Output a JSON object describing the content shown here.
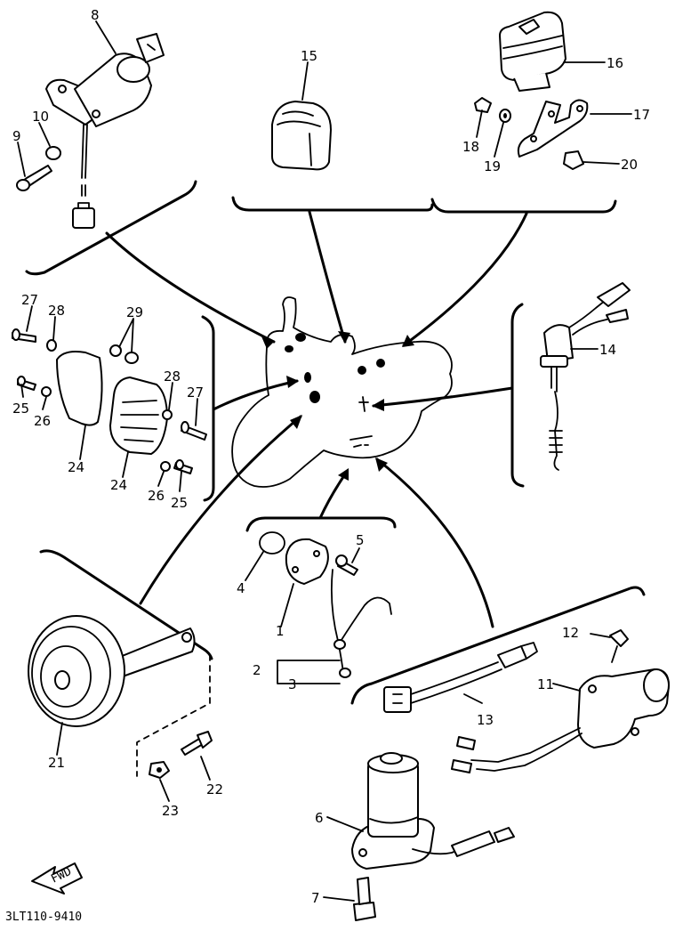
{
  "diagram": {
    "part_numbers": {
      "p1": "1",
      "p2": "2",
      "p3": "3",
      "p4": "4",
      "p5": "5",
      "p6": "6",
      "p7": "7",
      "p8": "8",
      "p9": "9",
      "p10": "10",
      "p11": "11",
      "p12": "12",
      "p13": "13",
      "p14": "14",
      "p15": "15",
      "p16": "16",
      "p17": "17",
      "p18": "18",
      "p19": "19",
      "p20": "20",
      "p21": "21",
      "p22": "22",
      "p23": "23",
      "p24a": "24",
      "p24b": "24",
      "p25a": "25",
      "p25b": "25",
      "p26a": "26",
      "p26b": "26",
      "p27a": "27",
      "p27b": "27",
      "p28a": "28",
      "p28b": "28",
      "p29": "29"
    },
    "fwd_label": "FWD",
    "catalog_code": "3LT110-9410"
  }
}
